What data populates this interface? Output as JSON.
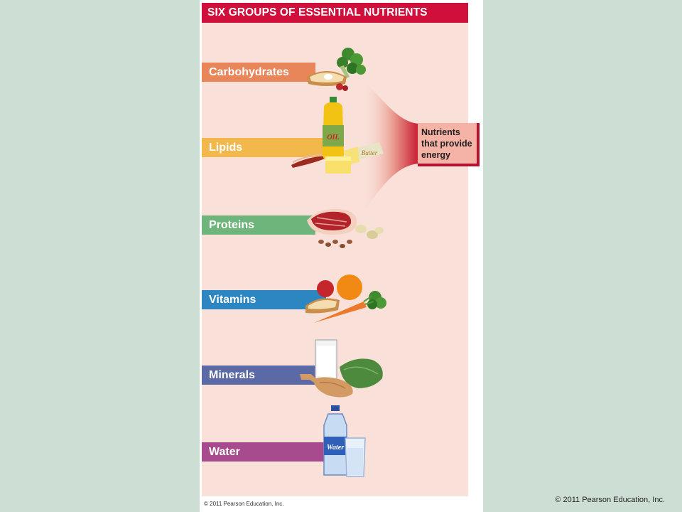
{
  "title": "SIX GROUPS OF ESSENTIAL NUTRIENTS",
  "groups": [
    {
      "label": "Carbohydrates",
      "color": "#e8865a"
    },
    {
      "label": "Lipids",
      "color": "#f2b84b"
    },
    {
      "label": "Proteins",
      "color": "#6db57a"
    },
    {
      "label": "Vitamins",
      "color": "#2c86c2"
    },
    {
      "label": "Minerals",
      "color": "#5b6aa6"
    },
    {
      "label": "Water",
      "color": "#a84b8e"
    }
  ],
  "energy_note": {
    "line1": "Nutrients",
    "line2": "that provide",
    "line3": "energy"
  },
  "food_text": {
    "oil": "OIL",
    "butter": "Butter",
    "water": "Water"
  },
  "panel_copyright": "© 2011 Pearson Education, Inc.",
  "slide_copyright": "© 2011 Pearson Education, Inc."
}
